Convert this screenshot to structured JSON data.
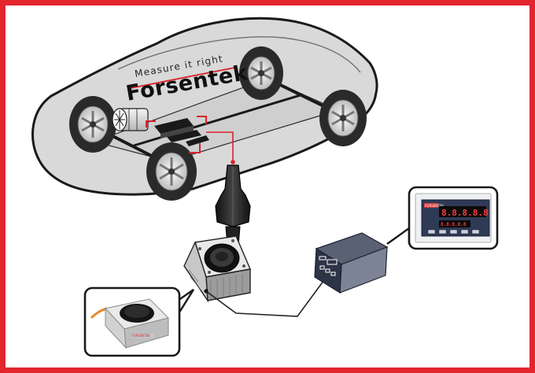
{
  "brand": {
    "tagline": "Measure it right",
    "name": "Forsentek",
    "accent_color": "#d9232b"
  },
  "sensor_label": "FORSENTEK",
  "indicator_panel": {
    "brand_label": "FORSENTEK",
    "display_digits": "8.8.8.8.8"
  },
  "colors": {
    "frame": "#e3262e",
    "car_body": "#d9d9d9",
    "car_outline": "#1a1a1a",
    "tire": "#2a2a2a",
    "wiring": "#d9232b",
    "indicator_body": "#2c3446"
  },
  "icons": {
    "wheels": "wheel-icon",
    "motor": "motor-icon",
    "load_cell": "load-cell-icon",
    "indicator": "indicator-icon"
  }
}
